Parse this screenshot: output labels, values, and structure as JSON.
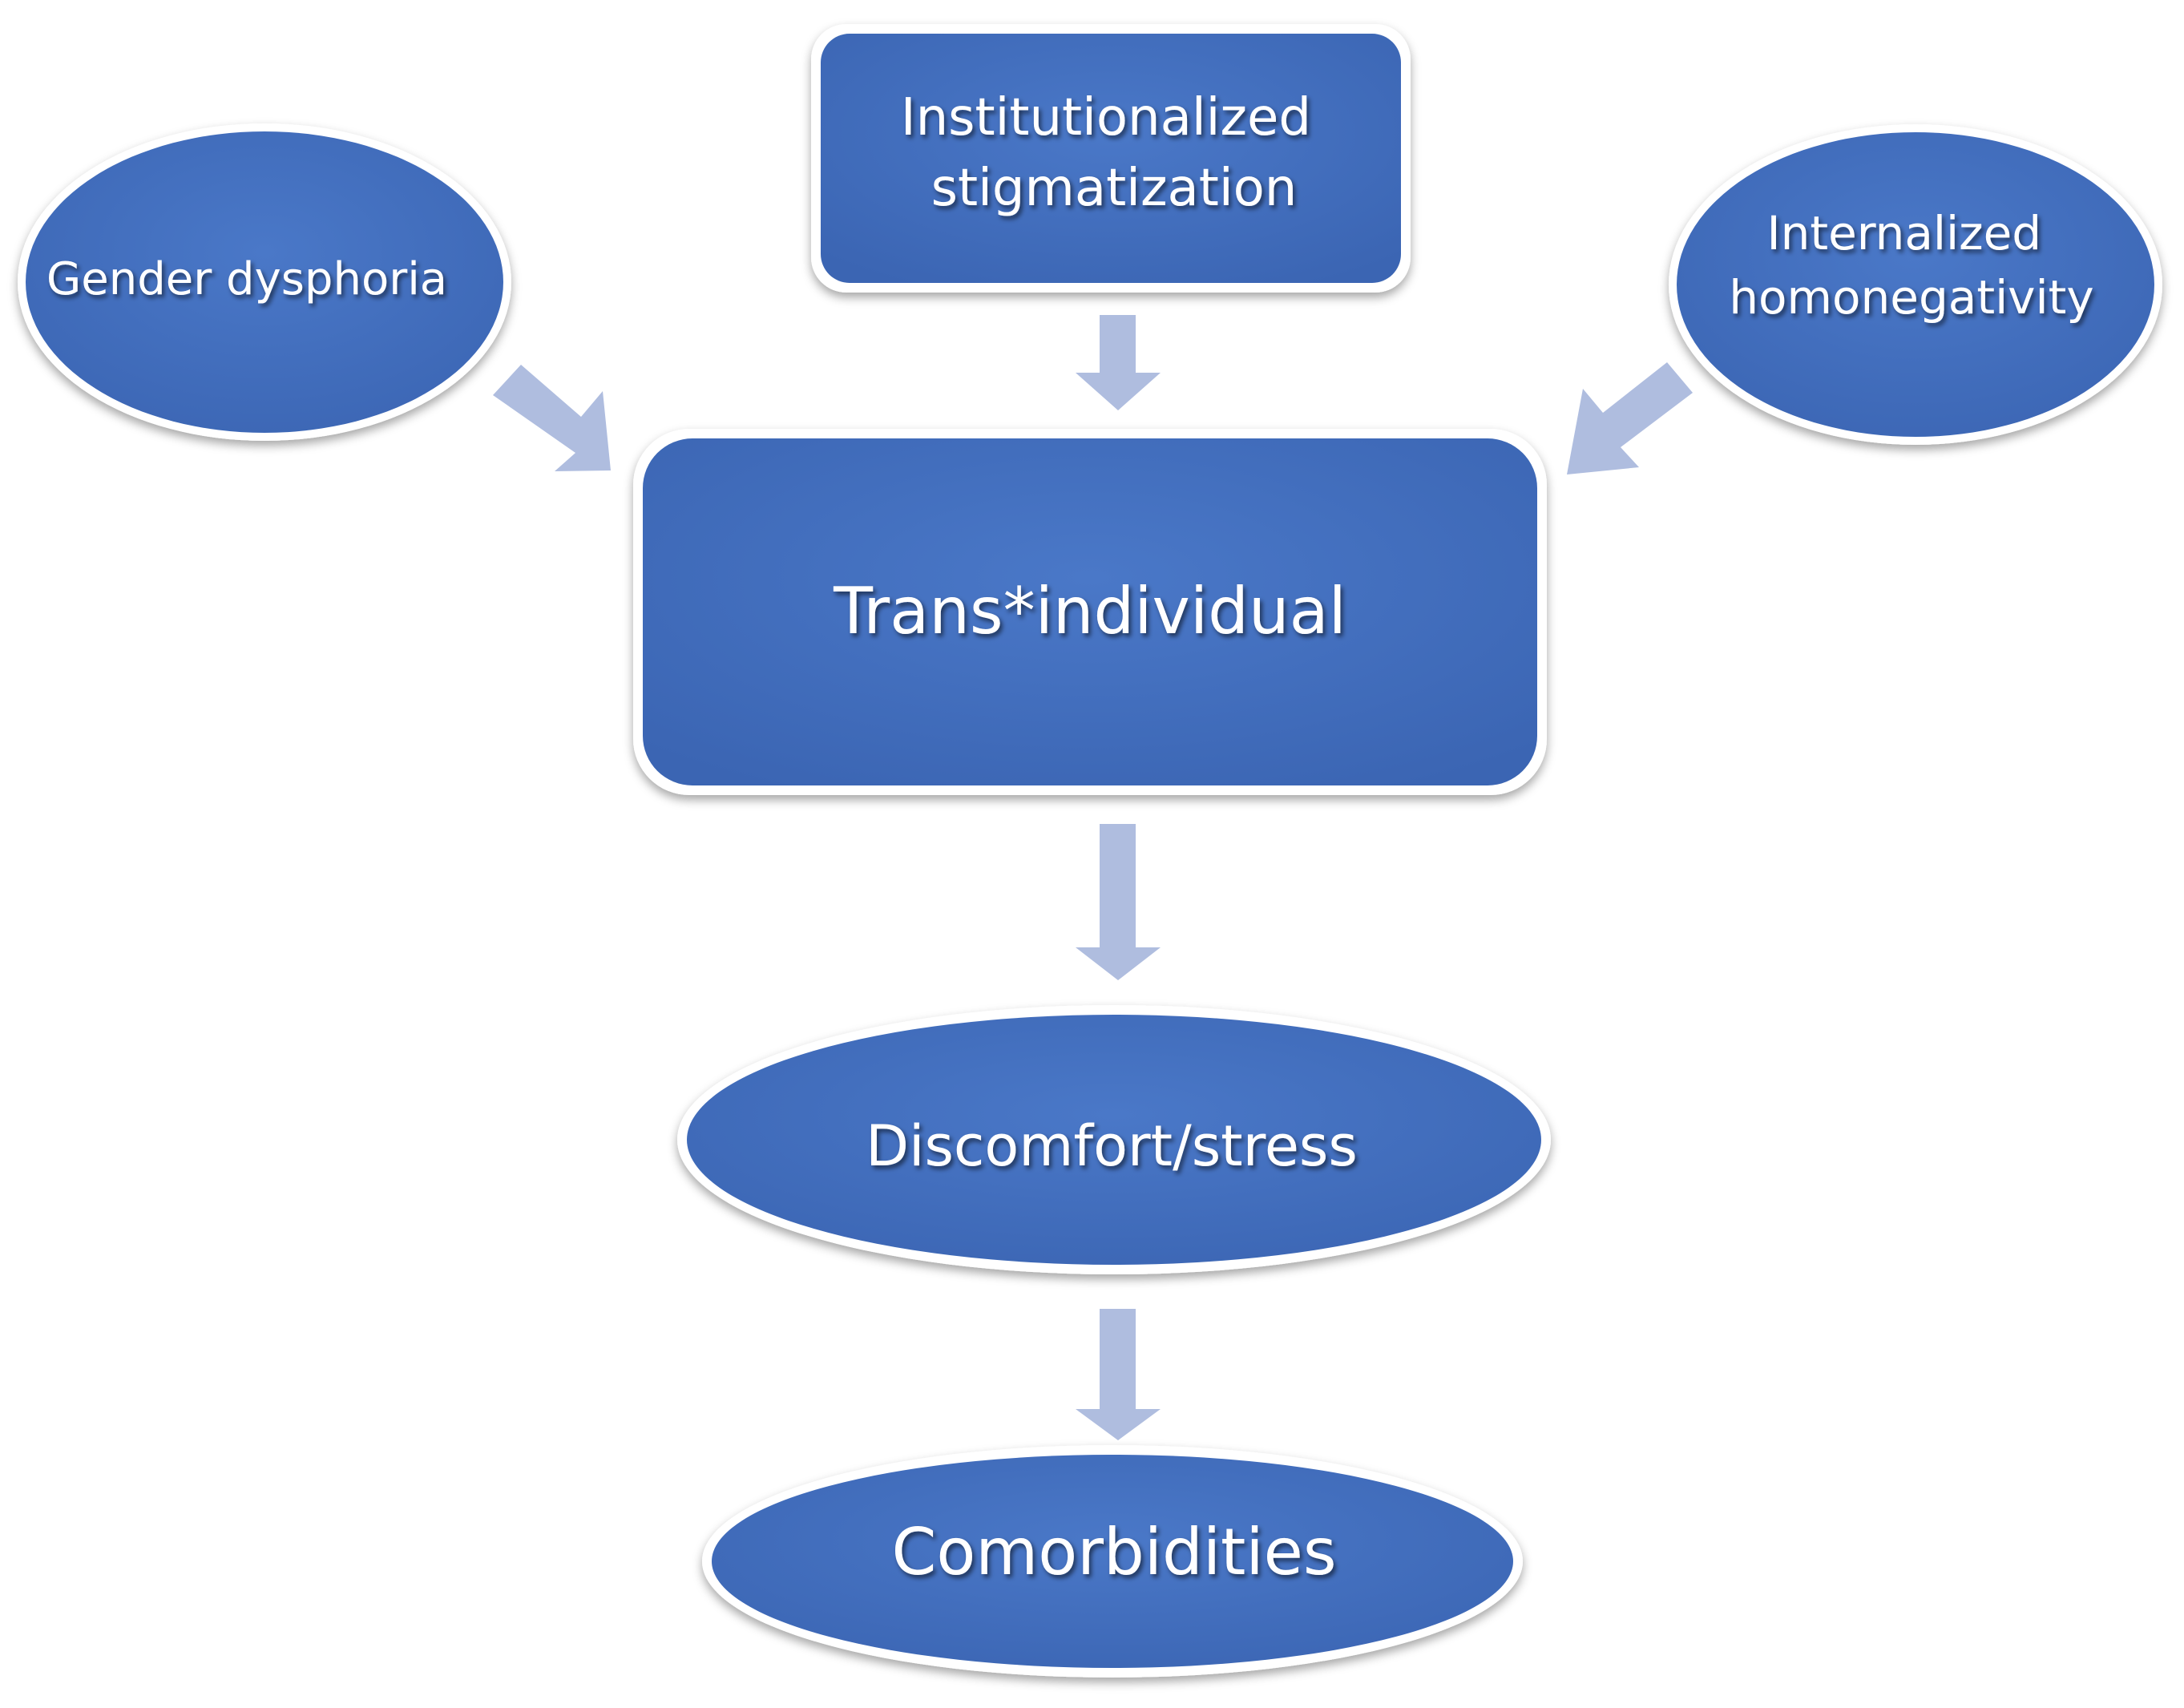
{
  "diagram": {
    "nodes": {
      "gender_dysphoria": {
        "label": [
          "Gender dysphoria"
        ]
      },
      "institutionalized_stigmatization": {
        "label": [
          "Institutionalized",
          "stigmatization"
        ]
      },
      "internalized_homonegativity": {
        "label": [
          "Internalized",
          "homonegativity"
        ]
      },
      "trans_individual": {
        "label": [
          "Trans*individual"
        ]
      },
      "discomfort_stress": {
        "label": [
          "Discomfort/stress"
        ]
      },
      "comorbidities": {
        "label": [
          "Comorbidities"
        ]
      }
    },
    "edges": [
      {
        "from": "gender_dysphoria",
        "to": "trans_individual"
      },
      {
        "from": "institutionalized_stigmatization",
        "to": "trans_individual"
      },
      {
        "from": "internalized_homonegativity",
        "to": "trans_individual"
      },
      {
        "from": "trans_individual",
        "to": "discomfort_stress"
      },
      {
        "from": "discomfort_stress",
        "to": "comorbidities"
      }
    ]
  },
  "colors": {
    "node_fill": "#4472C4",
    "node_border": "#ffffff",
    "arrow_fill": "#AFBDDF",
    "text": "#ffffff"
  }
}
